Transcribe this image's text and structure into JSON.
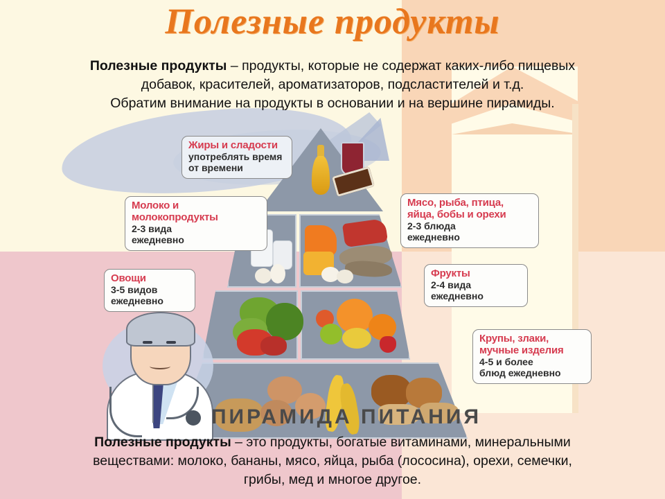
{
  "slide": {
    "title": "Полезные продукты",
    "pyramid_caption": "ПИРАМИДА ПИТАНИЯ"
  },
  "colors": {
    "title_orange": "#E8771E",
    "callout_heading_red": "#D63B4F",
    "background_cream": "#FDF8E2",
    "background_peach": "#F9D6B7",
    "background_pink": "#EFC7CC",
    "background_peach_light": "#FBE6D6",
    "pyramid_shelf": "#8D98A8"
  },
  "top_paragraph": {
    "lead": "Полезные продукты",
    "line1_rest": " – продукты, которые не содержат каких-либо пищевых",
    "line2": "добавок, красителей, ароматизаторов, подсластителей и т.д.",
    "line3": "Обратим внимание на продукты в основании и на вершине пирамиды."
  },
  "bottom_paragraph": {
    "lead": "Полезные продукты",
    "line1_rest": " – это продукты, богатые витаминами, минеральными",
    "line2": "веществами: молоко, бананы, мясо, яйца, рыба (лососина), орехи, семечки,",
    "line3": "грибы, мед и многое другое."
  },
  "callouts": [
    {
      "id": "fats-and-sweets",
      "title": "Жиры и сладости",
      "line1": "употреблять время",
      "line2": "от времени"
    },
    {
      "id": "milk-and-dairy",
      "title_line1": "Молоко и",
      "title_line2": "молокопродукты",
      "line1": "2-3 вида",
      "line2": "ежедневно"
    },
    {
      "id": "meat-fish-poultry-eggs-beans-nuts",
      "title_line1": "Мясо, рыба, птица,",
      "title_line2": "яйца, бобы и орехи",
      "line1": "2-3 блюда",
      "line2": "ежедневно"
    },
    {
      "id": "vegetables",
      "title": "Овощи",
      "line1": "3-5 видов",
      "line2": "ежедневно"
    },
    {
      "id": "fruits",
      "title": "Фрукты",
      "line1": "2-4 вида",
      "line2": "ежедневно"
    },
    {
      "id": "grains-cereals-flour-products",
      "title_line1": "Крупы, злаки,",
      "title_line2": "мучные изделия",
      "line1": "4-5 и более",
      "line2": "блюд ежедневно"
    }
  ]
}
